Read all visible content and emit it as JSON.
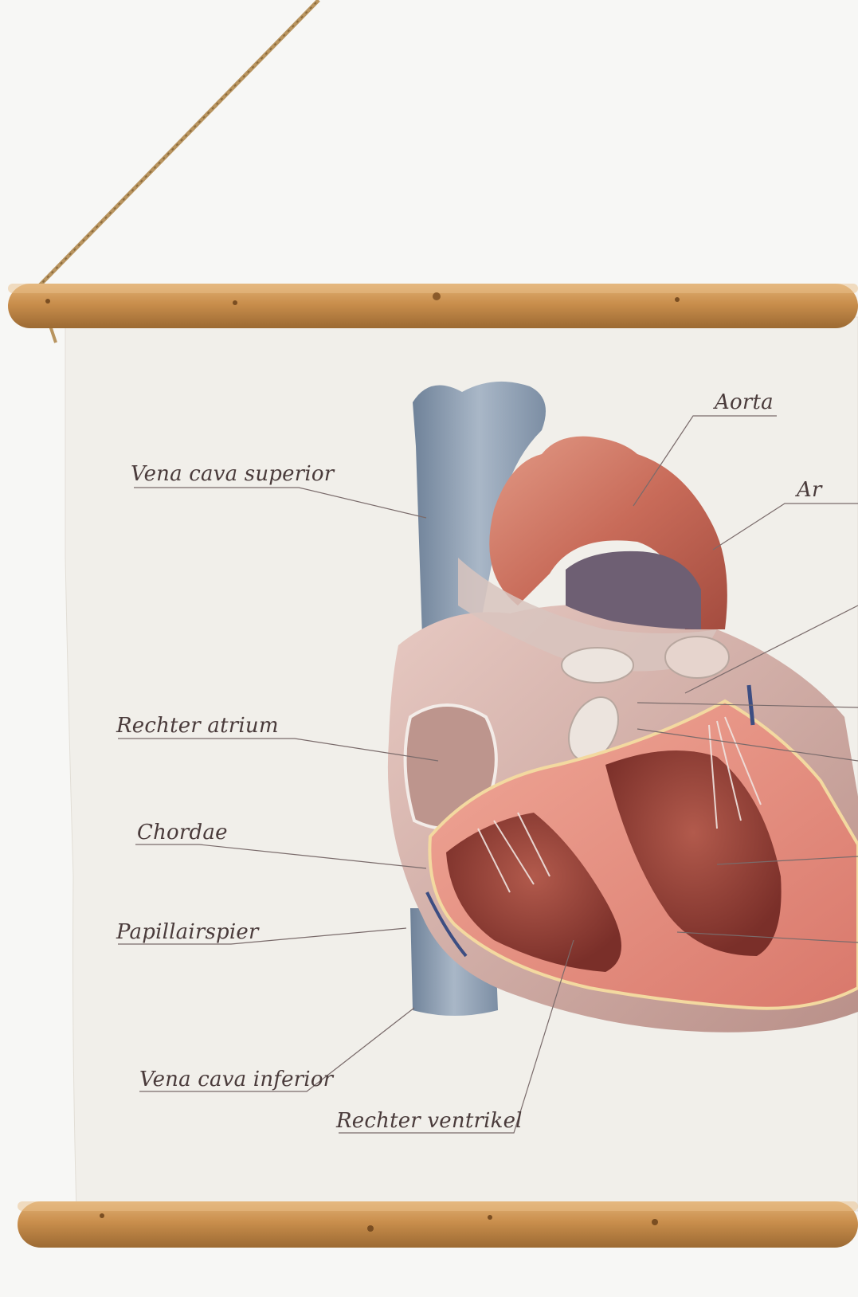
{
  "poster": {
    "labels": {
      "aorta": "Aorta",
      "arteria_cut": "Ar",
      "vena_cava_superior": "Vena cava superior",
      "rechter_atrium": "Rechter atrium",
      "chordae": "Chordae",
      "papillairspier": "Papillairspier",
      "vena_cava_inferior": "Vena cava inferior",
      "rechter_ventrikel": "Rechter ventrikel"
    }
  },
  "colors": {
    "wall": "#f7f7f5",
    "paper": "#f1efea",
    "rod": "#c9914f",
    "vein": "#8fa0b3",
    "aorta": "#c86b59",
    "pulmonary": "#6e5f73",
    "muscle": "#e08f80",
    "muscle_dark": "#8a3a34",
    "label_text": "#4a3b3b",
    "leader_line": "#7a6b6b"
  }
}
